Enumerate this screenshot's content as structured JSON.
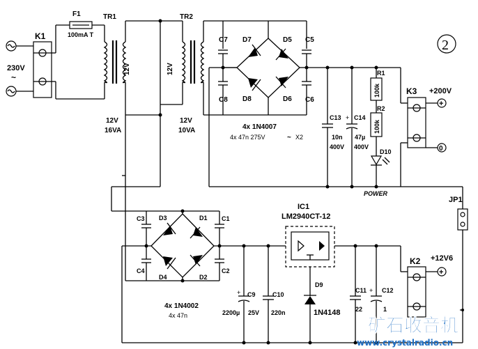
{
  "figure_number": "2",
  "mains": {
    "connector": "K1",
    "voltage": "230V",
    "tilde": "~"
  },
  "fuse": {
    "ref": "F1",
    "rating": "100mA T"
  },
  "tr1": {
    "ref": "TR1",
    "secondary": "12V",
    "out_v": "12V",
    "out_va": "16VA"
  },
  "tr2": {
    "ref": "TR2",
    "primary": "12V",
    "out_v": "12V",
    "out_va": "10VA"
  },
  "hv": {
    "diodes": [
      "D7",
      "D5",
      "D8",
      "D6"
    ],
    "caps": [
      "C7",
      "C5",
      "C8",
      "C6"
    ],
    "note1": "4x 1N4007",
    "note2": "4x 47n  275V",
    "tilde": "~",
    "x2": "X2",
    "c13": {
      "ref": "C13",
      "val": "10n",
      "volt": "400V"
    },
    "c14": {
      "ref": "C14",
      "val": "47µ",
      "volt": "400V"
    },
    "r1": {
      "ref": "R1",
      "val": "100k"
    },
    "r2": {
      "ref": "R2",
      "val": "100k"
    },
    "d10": "D10",
    "k3": "K3",
    "plus200": "+200V",
    "zero": "0",
    "power": "POWER",
    "jp1": "JP1"
  },
  "lv": {
    "diodes": [
      "D3",
      "D1",
      "D4",
      "D2"
    ],
    "caps": [
      "C3",
      "C1",
      "C4",
      "C2"
    ],
    "note1": "4x 1N4002",
    "note2": "4x 47n",
    "c9": {
      "ref": "C9",
      "val": "2200µ",
      "volt": "25V"
    },
    "c10": {
      "ref": "C10",
      "val": "220n"
    },
    "ic1": {
      "ref": "IC1",
      "part": "LM2940CT-12"
    },
    "d9": {
      "ref": "D9",
      "part": "1N4148"
    },
    "c11": {
      "ref": "C11",
      "val": "22"
    },
    "c12": {
      "ref": "C12",
      "val": "1"
    },
    "k2": "K2",
    "plus12": "+12V6"
  },
  "watermark": {
    "text": "矿石收音机",
    "url": "www.crystalradio.cn"
  }
}
